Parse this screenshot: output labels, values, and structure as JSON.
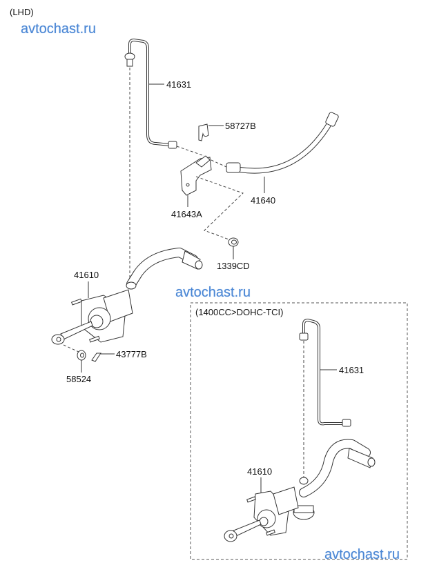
{
  "header": {
    "variant": "(LHD)"
  },
  "watermark": {
    "text": "avtochast.ru",
    "color": "#4a86d4"
  },
  "main_assembly": {
    "parts": [
      {
        "id": "41631",
        "name": "clutch-tube"
      },
      {
        "id": "58727B",
        "name": "clip"
      },
      {
        "id": "41640",
        "name": "clutch-hose"
      },
      {
        "id": "41643A",
        "name": "bracket"
      },
      {
        "id": "1339CD",
        "name": "nut"
      },
      {
        "id": "41610",
        "name": "master-cylinder"
      },
      {
        "id": "43777B",
        "name": "split-pin"
      },
      {
        "id": "58524",
        "name": "washer"
      }
    ]
  },
  "alt_assembly": {
    "title": "(1400CC>DOHC-TCI)",
    "parts": [
      {
        "id": "41631",
        "name": "clutch-tube"
      },
      {
        "id": "41610",
        "name": "master-cylinder"
      }
    ]
  }
}
